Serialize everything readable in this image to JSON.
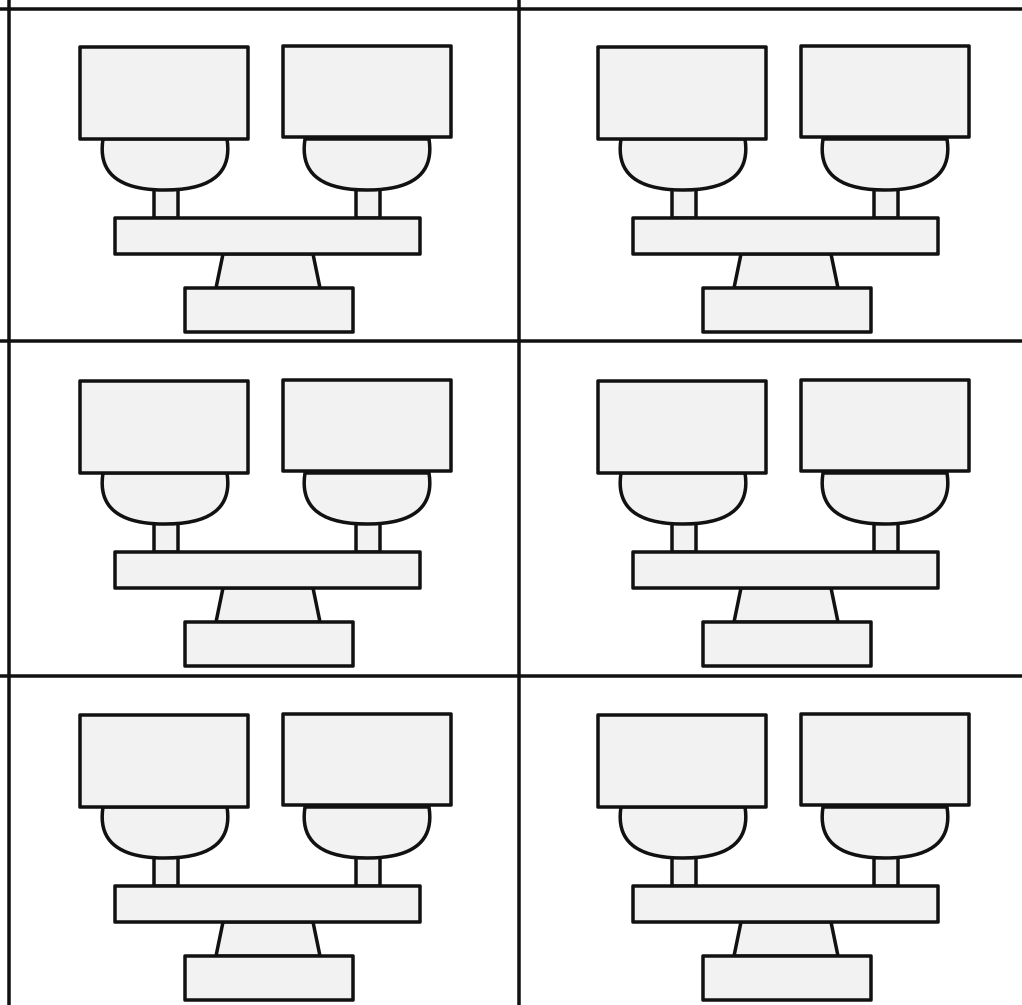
{
  "diagram": {
    "rows": 3,
    "columns": 2,
    "background_color": "#ffffff",
    "cell_fill_color": "#ffffff",
    "shape_fill_color": "#f2f2f2",
    "stroke_color": "#111111",
    "panels": [
      {
        "row": 1,
        "column": 1
      },
      {
        "row": 1,
        "column": 2
      },
      {
        "row": 2,
        "column": 1
      },
      {
        "row": 2,
        "column": 2
      },
      {
        "row": 3,
        "column": 1
      },
      {
        "row": 3,
        "column": 2
      }
    ],
    "panel_parts": [
      "display-left",
      "display-right",
      "mount-left",
      "mount-right",
      "neck-left",
      "neck-right",
      "crossbar",
      "stand",
      "base"
    ]
  }
}
